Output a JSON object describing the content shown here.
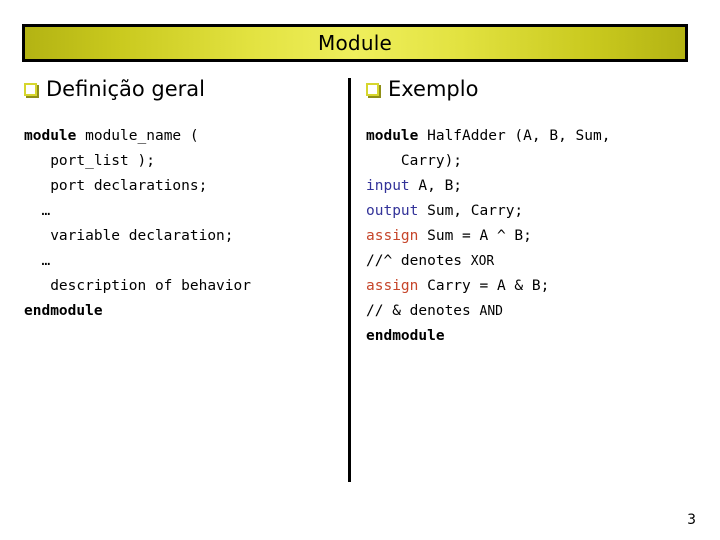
{
  "slide": {
    "title": "Module",
    "page_number": "3",
    "title_gradient_edge": "#b3b313",
    "title_gradient_center": "#efef5c",
    "bullet_color": "#d6d62e",
    "keyword_blue": "#333399",
    "keyword_orange": "#c6452a"
  },
  "columns": {
    "left": {
      "bullet_icon": "hollow-square-bullet",
      "heading": "Definição geral",
      "code_lines": [
        {
          "indent": 0,
          "parts": [
            {
              "t": "module",
              "style": "bold"
            },
            {
              "t": " module_name (",
              "style": "plain"
            }
          ]
        },
        {
          "indent": 0,
          "parts": [
            {
              "t": "   port_list );",
              "style": "plain"
            }
          ]
        },
        {
          "indent": 0,
          "parts": [
            {
              "t": "   port declarations;",
              "style": "plain"
            }
          ]
        },
        {
          "indent": 0,
          "parts": [
            {
              "t": "  …",
              "style": "plain"
            }
          ]
        },
        {
          "indent": 0,
          "parts": [
            {
              "t": "   variable declaration;",
              "style": "plain"
            }
          ]
        },
        {
          "indent": 0,
          "parts": [
            {
              "t": "  …",
              "style": "plain"
            }
          ]
        },
        {
          "indent": 0,
          "parts": [
            {
              "t": "   description of behavior",
              "style": "plain"
            }
          ]
        },
        {
          "indent": 0,
          "parts": [
            {
              "t": "endmodule",
              "style": "bold"
            }
          ]
        }
      ]
    },
    "right": {
      "bullet_icon": "hollow-square-bullet",
      "heading": "Exemplo",
      "code_lines": [
        {
          "indent": 0,
          "parts": [
            {
              "t": "module",
              "style": "bold"
            },
            {
              "t": " HalfAdder (A, B, Sum,",
              "style": "plain"
            }
          ]
        },
        {
          "indent": 0,
          "parts": [
            {
              "t": "    Carry);",
              "style": "plain"
            }
          ]
        },
        {
          "indent": 0,
          "parts": [
            {
              "t": "input",
              "style": "blue"
            },
            {
              "t": " A, B;",
              "style": "plain"
            }
          ]
        },
        {
          "indent": 0,
          "parts": [
            {
              "t": "output",
              "style": "blue"
            },
            {
              "t": " Sum, Carry;",
              "style": "plain"
            }
          ]
        },
        {
          "indent": 0,
          "parts": [
            {
              "t": "assign",
              "style": "orange"
            },
            {
              "t": " Sum = A ^ B;",
              "style": "plain"
            }
          ]
        },
        {
          "indent": 0,
          "parts": [
            {
              "t": "//^ denotes ",
              "style": "plain"
            },
            {
              "t": "XOR",
              "style": "small"
            }
          ]
        },
        {
          "indent": 0,
          "parts": [
            {
              "t": "assign",
              "style": "orange"
            },
            {
              "t": " Carry = A & B;",
              "style": "plain"
            }
          ]
        },
        {
          "indent": 0,
          "parts": [
            {
              "t": "// & denotes ",
              "style": "plain"
            },
            {
              "t": "AND",
              "style": "small"
            }
          ]
        },
        {
          "indent": 0,
          "parts": [
            {
              "t": "endmodule",
              "style": "bold"
            }
          ]
        }
      ]
    }
  }
}
